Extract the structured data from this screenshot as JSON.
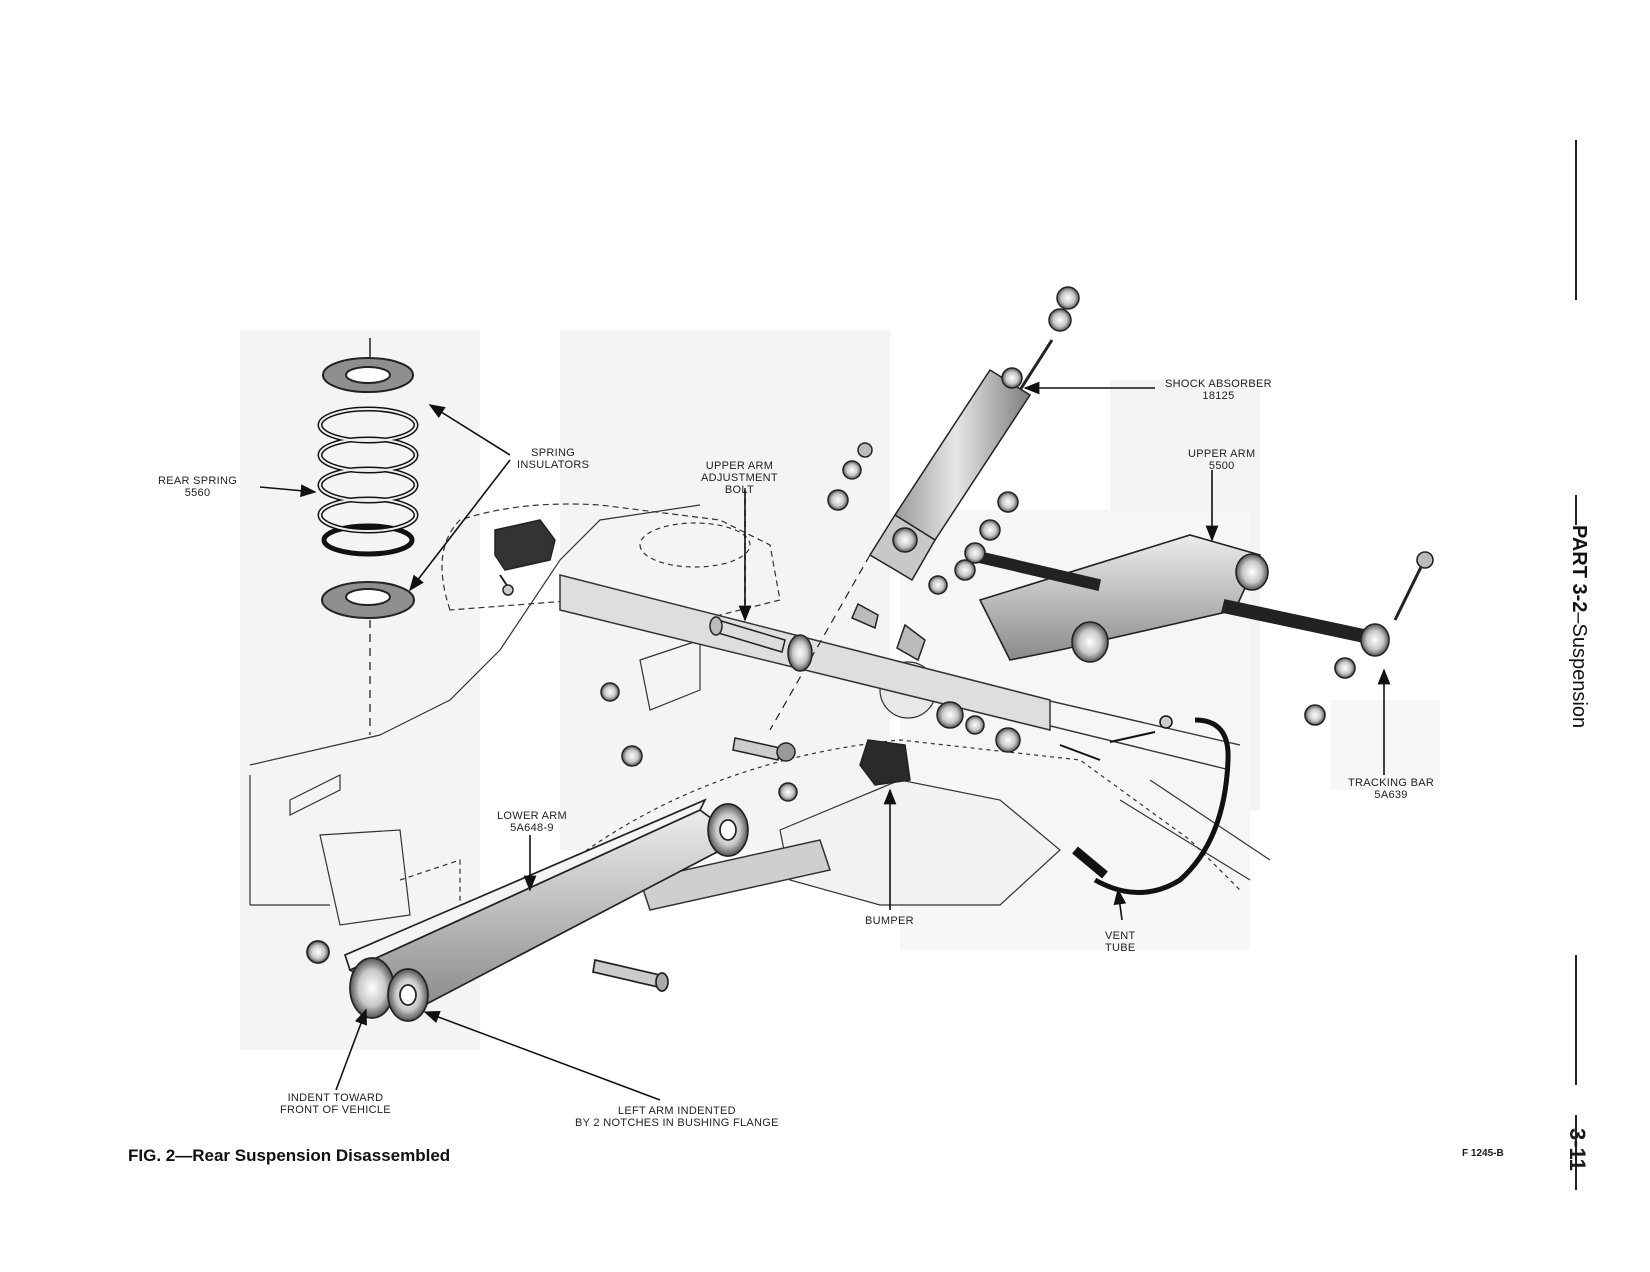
{
  "labels": {
    "rear_spring": [
      "REAR SPRING",
      "5560"
    ],
    "spring_insulators": [
      "SPRING",
      "INSULATORS"
    ],
    "upper_arm_adjustment_bolt": [
      "UPPER ARM",
      "ADJUSTMENT",
      "BOLT"
    ],
    "shock_absorber": [
      "SHOCK ABSORBER",
      "18125"
    ],
    "upper_arm": [
      "UPPER ARM",
      "5500"
    ],
    "tracking_bar": [
      "TRACKING BAR",
      "5A639"
    ],
    "lower_arm": [
      "LOWER ARM",
      "5A648-9"
    ],
    "bumper": [
      "BUMPER"
    ],
    "vent_tube": [
      "VENT",
      "TUBE"
    ],
    "indent_toward_front": [
      "INDENT TOWARD",
      "FRONT OF VEHICLE"
    ],
    "left_arm_indented": [
      "LEFT ARM INDENTED",
      "BY 2 NOTCHES IN BUSHING FLANGE"
    ]
  },
  "caption": "FIG. 2—Rear Suspension Disassembled",
  "figure_number": "F 1245-B",
  "section_title": {
    "part": "PART 3-2",
    "name": "–Suspension"
  },
  "page_number": "3-11"
}
